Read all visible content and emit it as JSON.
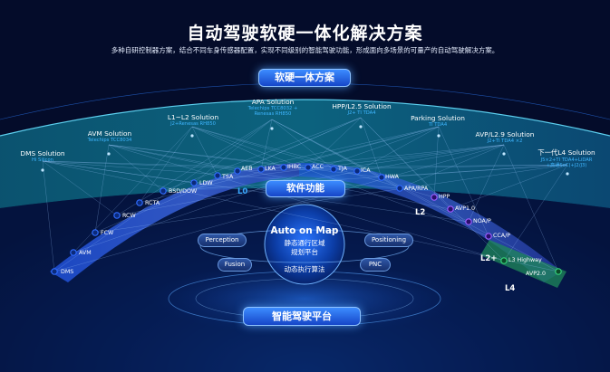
{
  "header": {
    "title": "自动驾驶软硬一体化解决方案",
    "subtitle": "多种自研控制器方案，结合不同车身传感器配置，实现不同级别的智能驾驶功能，形成面向多场景的可量产的自动驾驶解决方案。"
  },
  "pills": {
    "hardware": "软硬一体方案",
    "software": "软件功能",
    "platform": "智能驾驶平台"
  },
  "solutions": [
    {
      "name": "DMS Solution",
      "chip": "Hi Silicon"
    },
    {
      "name": "AVM Solution",
      "chip": "Telechips TCC8034"
    },
    {
      "name": "L1~L2 Solution",
      "chip": "J2+Renesas RH850"
    },
    {
      "name": "APA Solution",
      "chip": "Telechips TCC8032 +\nRenesas RH850"
    },
    {
      "name": "HPP/L2.5 Solution",
      "chip": "J2+ TI TDA4"
    },
    {
      "name": "Parking Solution",
      "chip": "TI TDA4"
    },
    {
      "name": "AVP/L2.9 Solution",
      "chip": "J2+TI TDA4 ×2"
    },
    {
      "name": "下一代L4 Solution",
      "chip": "J5×2+TI TDA4+LiDAR\n+高通SoC(+J2/J3)"
    }
  ],
  "features": [
    "DMS",
    "AVM",
    "FCW",
    "RCW",
    "RCTA",
    "BSD/DOW",
    "LDW",
    "TSA",
    "AEB",
    "LKA",
    "IHBC",
    "ACC",
    "TJA",
    "ICA",
    "HWA",
    "APA/RPA",
    "HPP",
    "AVP1.0",
    "NOA/P",
    "CCA/P",
    "L3 Highway",
    "AVP2.0"
  ],
  "levels": {
    "l0": "L0",
    "l2": "L2",
    "l2plus": "L2+",
    "l4": "L4"
  },
  "modules": {
    "perception": "Perception",
    "fusion": "Fusion",
    "positioning": "Positioning",
    "pnc": "PNC"
  },
  "core": {
    "title": "Auto on Map",
    "line1": "静态通行区域",
    "line2": "规划平台",
    "algo": "动态执行算法"
  },
  "colors": {
    "blue": "#2f6bff",
    "purple": "#9b5cff",
    "green": "#35d27a",
    "cyan": "#3fb6ff"
  }
}
